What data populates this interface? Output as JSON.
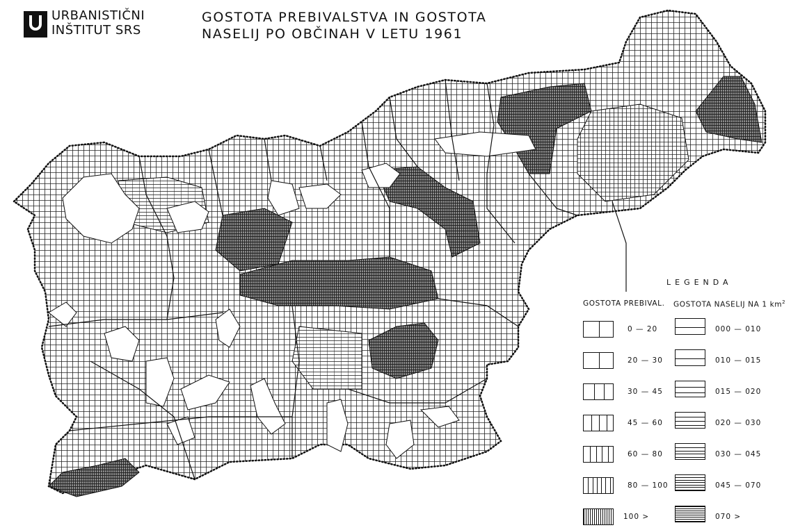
{
  "institute": {
    "line1": "URBANISTIČNI",
    "line2": "INŠTITUT SRS"
  },
  "title": {
    "line1": "GOSTOTA PREBIVALSTVA IN GOSTOTA",
    "line2": "NASELIJ PO OBČINAH V LETU 1961"
  },
  "legend": {
    "title": "LEGENDA",
    "population_header": "GOSTOTA PREBIVAL.",
    "settlement_header": "GOSTOTA NASELIJ NA 1 km",
    "settlement_header_sup": "2",
    "population_classes": [
      "0 — 20",
      "20 — 30",
      "30 — 45",
      "45 — 60",
      "60 — 80",
      "80 — 100",
      "100 >"
    ],
    "settlement_classes": [
      "000 — 010",
      "010 — 015",
      "015 — 020",
      "020 — 030",
      "030 — 045",
      "045 — 070",
      "070 >"
    ]
  },
  "colors": {
    "ink": "#111111",
    "paper": "#ffffff"
  }
}
